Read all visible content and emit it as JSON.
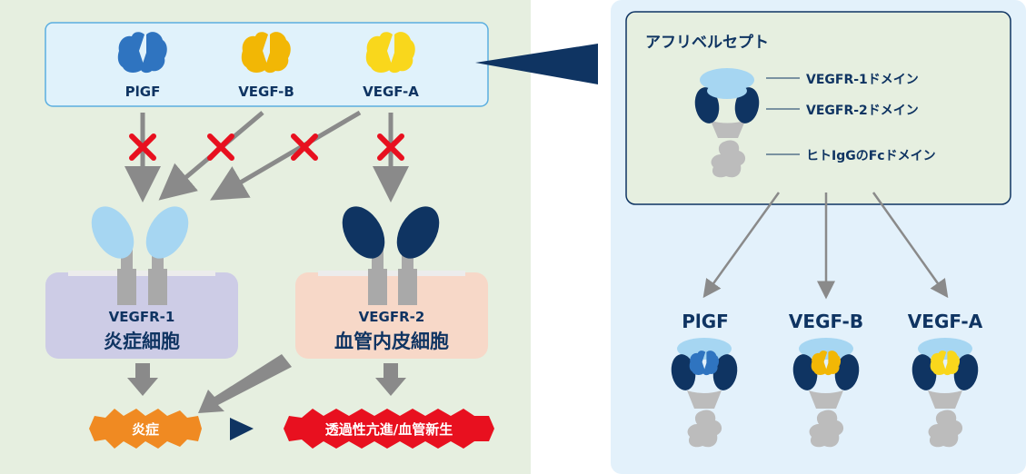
{
  "ligands": {
    "plgf": "PlGF",
    "vegf_b": "VEGF-B",
    "vegf_a": "VEGF-A"
  },
  "cells": {
    "vegfr1_label": "VEGFR-1",
    "vegfr1_cell": "炎症細胞",
    "vegfr2_label": "VEGFR-2",
    "vegfr2_cell": "血管内皮細胞"
  },
  "outcomes": {
    "inflammation": "炎症",
    "permeability": "透過性亢進/血管新生"
  },
  "aflibercept": {
    "title": "アフリベルセプト",
    "domain1": "VEGFR-1ドメイン",
    "domain2": "VEGFR-2ドメイン",
    "fc": "ヒトIgGのFcドメイン"
  },
  "bound": {
    "plgf": "PlGF",
    "vegf_b": "VEGF-B",
    "vegf_a": "VEGF-A"
  },
  "colors": {
    "left_panel_bg": "#e6efe0",
    "right_panel_bg": "#e3f1fb",
    "navy": "#0f3462",
    "plgf_blue": "#2f74c0",
    "vegf_b_gold": "#f2b705",
    "vegf_a_yellow": "#f9d71c",
    "vegfr1_light_blue": "#a6d6f2",
    "inflammation_orange": "#f08a22",
    "block_red": "#e8101f",
    "arrow_gray": "#8a8a8a"
  }
}
